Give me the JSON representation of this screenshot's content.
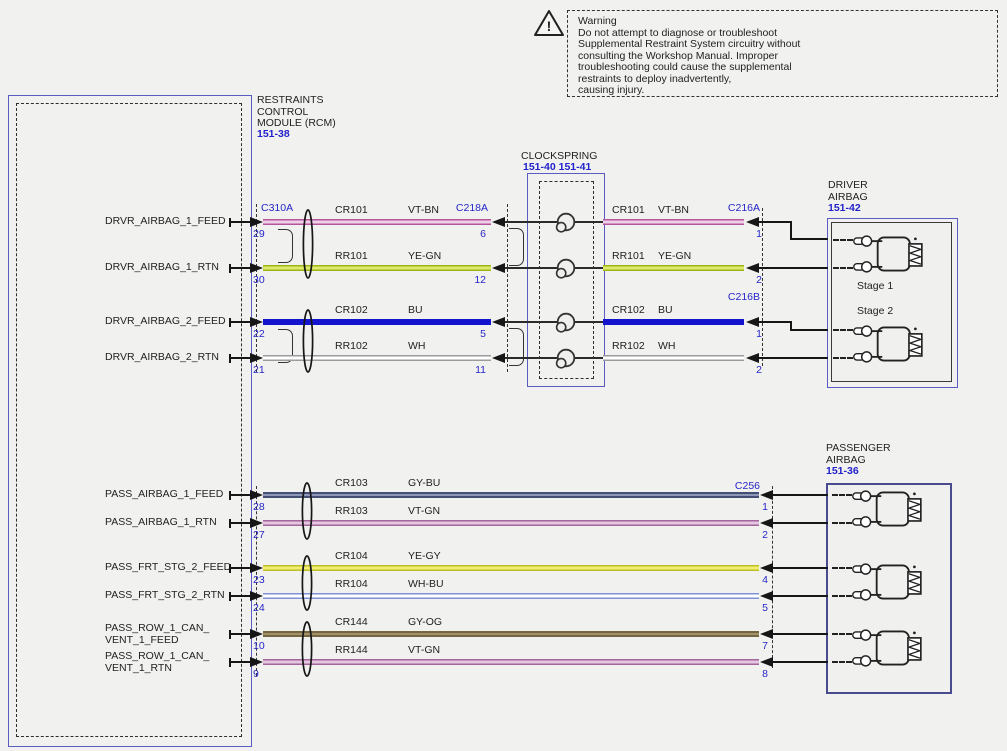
{
  "colors": {
    "accent_blue": "#2626c9",
    "box_border_blue": "#5b5bc5",
    "line_black": "#161616",
    "background": "#f1f1ef"
  },
  "warning": {
    "title": "Warning",
    "body": "Do not attempt to diagnose or troubleshoot\nSupplemental Restraint System circuitry without\nconsulting the Workshop Manual. Improper\ntroubleshooting could cause the supplemental\nrestraints to deploy inadvertently,\ncausing injury."
  },
  "rcm": {
    "name": "RESTRAINTS\nCONTROL\nMODULE (RCM)",
    "ref": "151-38"
  },
  "clockspring": {
    "name": "CLOCKSPRING",
    "ref": "151-40 151-41"
  },
  "driver_airbag": {
    "name": "DRIVER\nAIRBAG",
    "ref": "151-42",
    "stage_1": "Stage 1",
    "stage_2": "Stage 2"
  },
  "passenger_airbag": {
    "name": "PASSENGER\nAIRBAG",
    "ref": "151-36"
  },
  "connectors": {
    "rcm_upper": "C310A",
    "clockspring_left": "C218A",
    "driver_airbag_1": "C216A",
    "driver_airbag_2": "C216B",
    "passenger_airbag": "C256"
  },
  "upper_circuits": [
    {
      "signal": "DRVR_AIRBAG_1_FEED",
      "rcm_pin": "29",
      "circuit": "CR101",
      "wire_color": "VT-BN",
      "clockspring_pin": "6",
      "airbag_pin": "1"
    },
    {
      "signal": "DRVR_AIRBAG_1_RTN",
      "rcm_pin": "30",
      "circuit": "RR101",
      "wire_color": "YE-GN",
      "clockspring_pin": "12",
      "airbag_pin": "2"
    },
    {
      "signal": "DRVR_AIRBAG_2_FEED",
      "rcm_pin": "22",
      "circuit": "CR102",
      "wire_color": "BU",
      "clockspring_pin": "5",
      "airbag_pin": "1"
    },
    {
      "signal": "DRVR_AIRBAG_2_RTN",
      "rcm_pin": "21",
      "circuit": "RR102",
      "wire_color": "WH",
      "clockspring_pin": "11",
      "airbag_pin": "2"
    }
  ],
  "lower_circuits": [
    {
      "signal": "PASS_AIRBAG_1_FEED",
      "rcm_pin": "28",
      "circuit": "CR103",
      "wire_color": "GY-BU",
      "airbag_pin": "1"
    },
    {
      "signal": "PASS_AIRBAG_1_RTN",
      "rcm_pin": "27",
      "circuit": "RR103",
      "wire_color": "VT-GN",
      "airbag_pin": "2"
    },
    {
      "signal": "PASS_FRT_STG_2_FEED",
      "rcm_pin": "23",
      "circuit": "CR104",
      "wire_color": "YE-GY",
      "airbag_pin": "4"
    },
    {
      "signal": "PASS_FRT_STG_2_RTN",
      "rcm_pin": "24",
      "circuit": "RR104",
      "wire_color": "WH-BU",
      "airbag_pin": "5"
    },
    {
      "signal": "PASS_ROW_1_CAN_\nVENT_1_FEED",
      "rcm_pin": "10",
      "circuit": "CR144",
      "wire_color": "GY-OG",
      "airbag_pin": "7"
    },
    {
      "signal": "PASS_ROW_1_CAN_\nVENT_1_RTN",
      "rcm_pin": "9",
      "circuit": "RR144",
      "wire_color": "VT-GN",
      "airbag_pin": "8"
    }
  ]
}
